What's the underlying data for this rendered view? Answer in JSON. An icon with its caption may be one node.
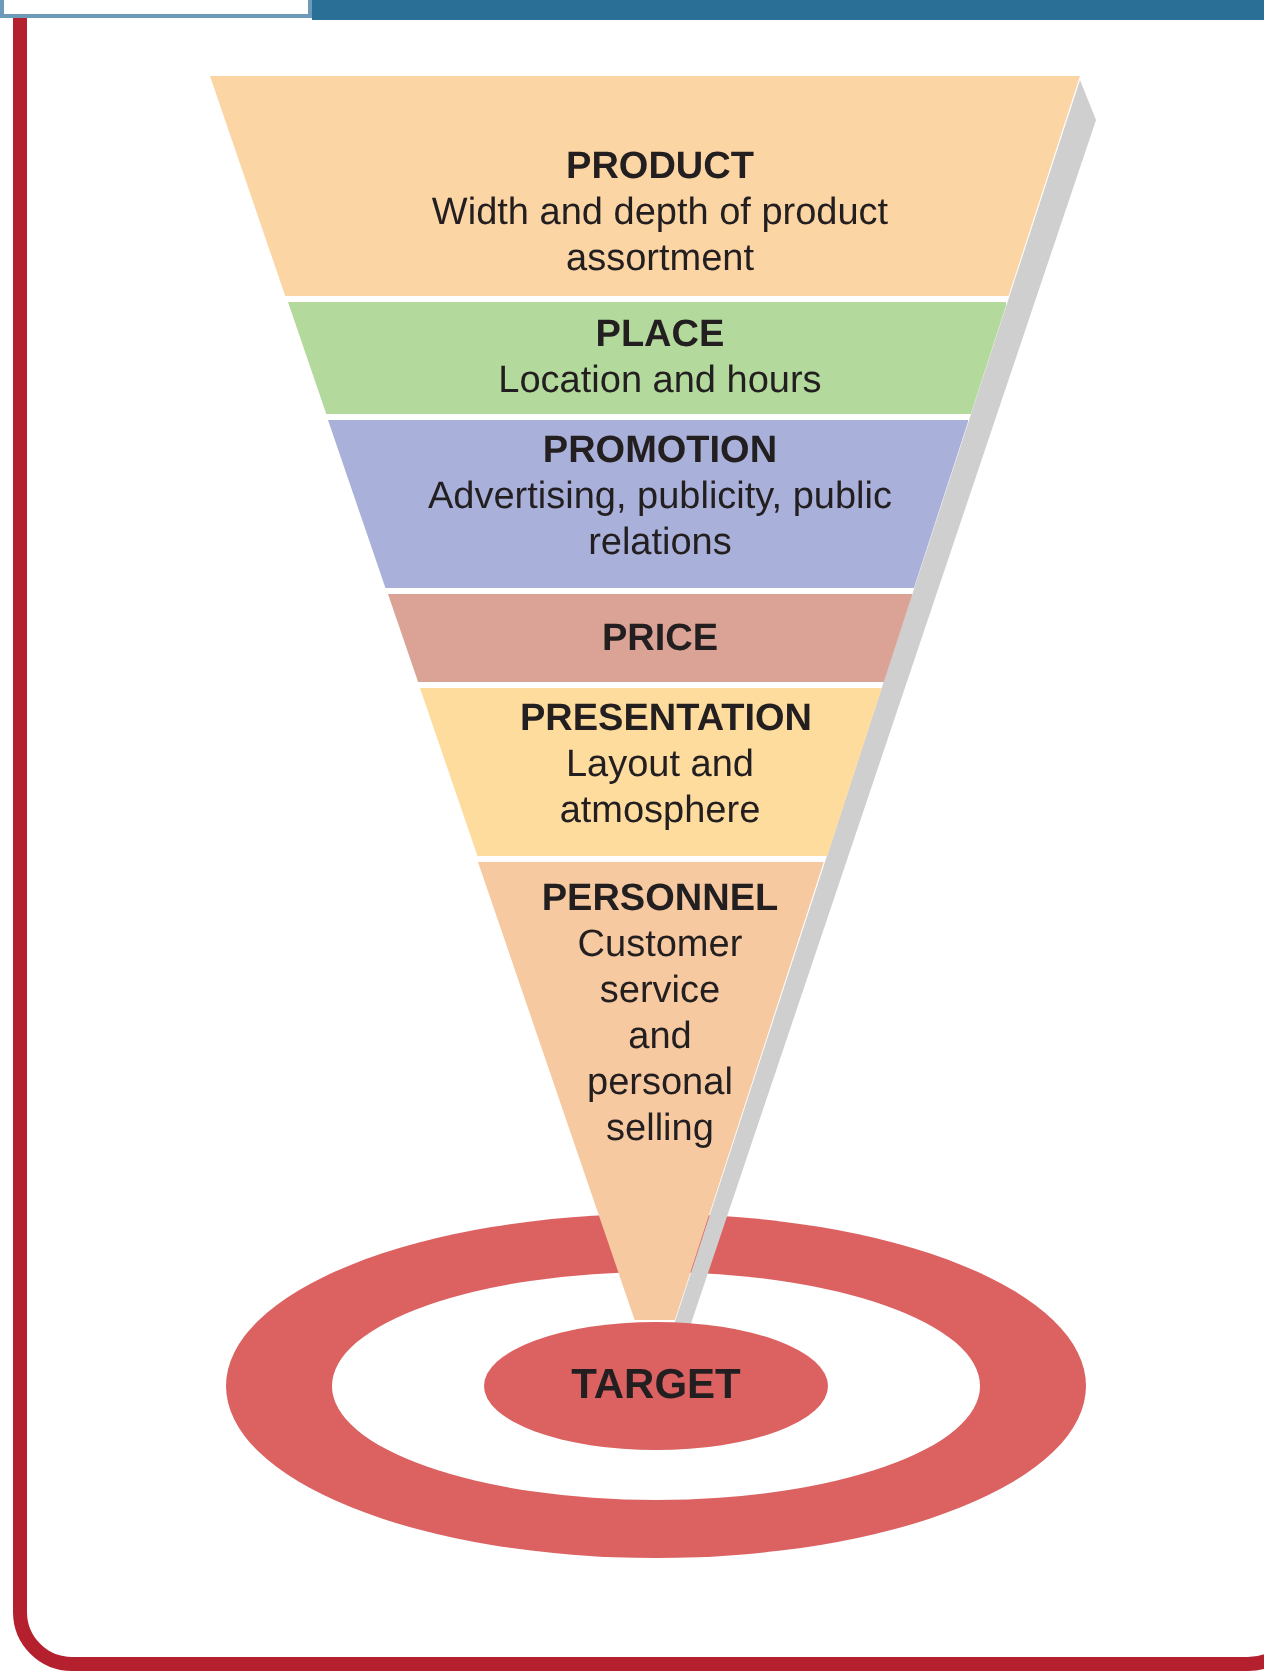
{
  "diagram": {
    "nodes": [
      {
        "text": [
          "PRODUCT",
          "Width and depth of product assortment"
        ]
      },
      {
        "text": [
          "PLACE",
          "Location and hours"
        ]
      },
      {
        "text": [
          "PROMOTION",
          "Advertising, publicity, public relations"
        ]
      },
      {
        "text": [
          "PRICE"
        ]
      },
      {
        "text": [
          "PRESENTATION",
          "Layout and atmosphere"
        ]
      },
      {
        "text": [
          "PERSONNEL",
          "Customer service and personal selling"
        ]
      },
      {
        "text": [
          "TARGET"
        ]
      }
    ]
  }
}
